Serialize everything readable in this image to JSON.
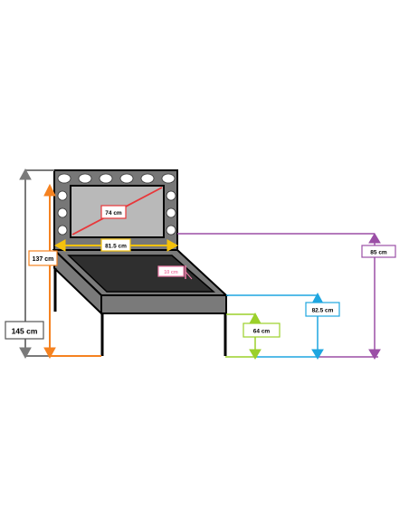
{
  "colors": {
    "grey": "#7a7a7a",
    "orange": "#f58220",
    "red": "#e8373a",
    "yellow": "#f4c20d",
    "pink": "#f07ca8",
    "cyan": "#1ea6e0",
    "lime": "#9bd02a",
    "purple": "#9b4fa6",
    "frame": "#777777",
    "tray": "#333333",
    "mirror": "#b9b9b9"
  },
  "dimensions": {
    "total_height": "145 cm",
    "mirror_top_height": "137 cm",
    "mirror_diagonal": "74 cm",
    "mirror_width": "81.5 cm",
    "tray_depth": "10 cm",
    "leg_height": "64 cm",
    "table_height": "82.5 cm",
    "hinge_height": "85 cm"
  }
}
